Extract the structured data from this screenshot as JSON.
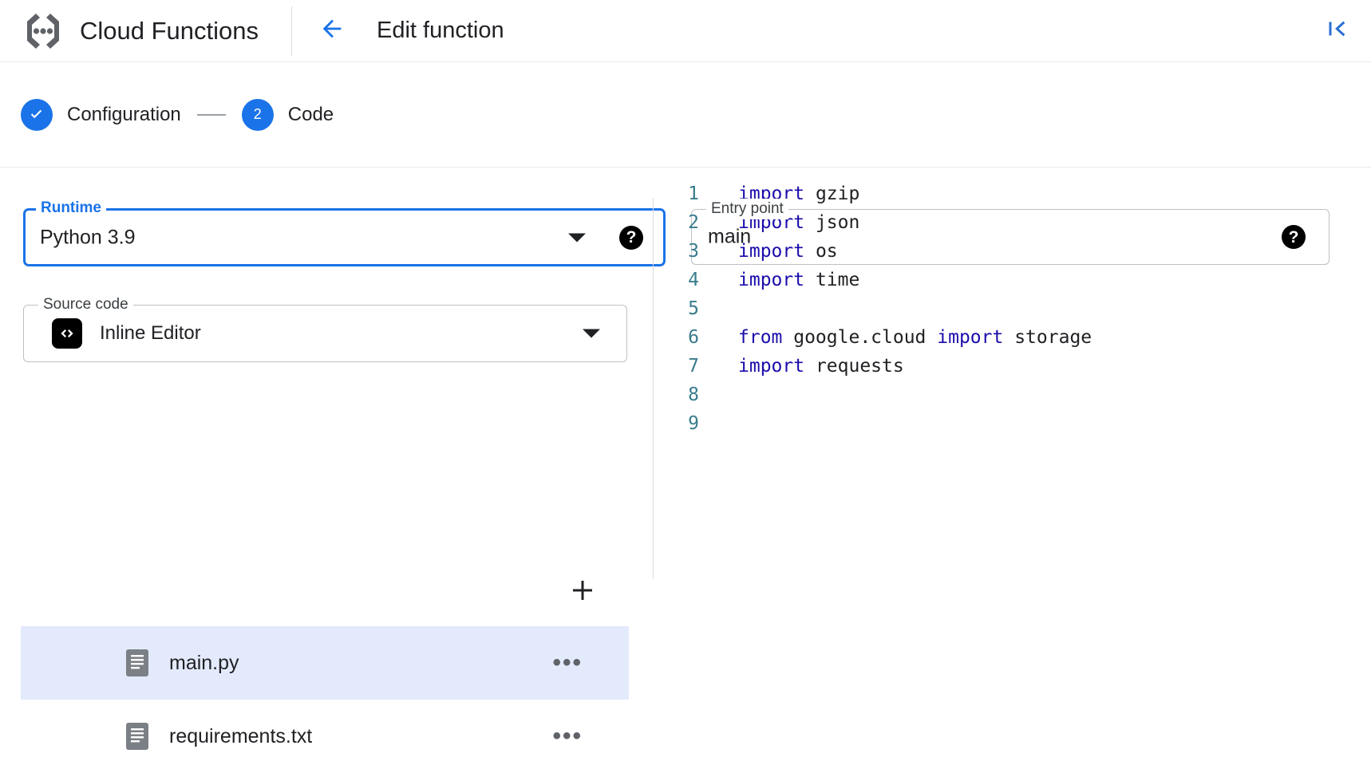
{
  "appbar": {
    "product_name": "Cloud Functions",
    "logo_icon": "cloud-functions-logo",
    "back_icon": "arrow-left-icon",
    "page_title": "Edit function",
    "collapse_icon": "collapse-panel-icon"
  },
  "stepper": {
    "steps": [
      {
        "marker": "✓",
        "marker_icon": "check-icon",
        "label": "Configuration",
        "state": "completed"
      },
      {
        "marker": "2",
        "marker_icon": "step-number-2",
        "label": "Code",
        "state": "active"
      }
    ],
    "accent_color": "#1a73e8",
    "connector_color": "#9aa0a6"
  },
  "runtime_field": {
    "label": "Runtime",
    "value": "Python 3.9",
    "caret_icon": "dropdown-caret-icon",
    "help_icon": "help-icon",
    "help_glyph": "?",
    "focused": true,
    "focus_color": "#1a73e8"
  },
  "entry_point_field": {
    "label": "Entry point",
    "value": "main",
    "placeholder": "",
    "help_icon": "help-icon",
    "help_glyph": "?",
    "focused": false
  },
  "source_code_field": {
    "label": "Source code",
    "value": "Inline Editor",
    "badge_icon": "code-brackets-icon",
    "badge_glyph": "‹›",
    "caret_icon": "dropdown-caret-icon"
  },
  "file_panel": {
    "add_icon": "plus-icon",
    "add_glyph": "+",
    "overflow_glyph": "•••",
    "files": [
      {
        "name": "main.py",
        "icon": "file-document-icon",
        "selected": true,
        "menu_icon": "overflow-menu-icon"
      },
      {
        "name": "requirements.txt",
        "icon": "file-document-icon",
        "selected": false,
        "menu_icon": "overflow-menu-icon"
      }
    ],
    "selected_row_color": "#e3eafc"
  },
  "editor": {
    "keyword_color": "#1a0dab",
    "linenumber_color": "#3a7c8c",
    "lines": [
      {
        "n": "1",
        "tokens": [
          {
            "t": "import",
            "c": "kw"
          },
          {
            "t": " gzip",
            "c": ""
          }
        ]
      },
      {
        "n": "2",
        "tokens": [
          {
            "t": "import",
            "c": "kw"
          },
          {
            "t": " json",
            "c": ""
          }
        ]
      },
      {
        "n": "3",
        "tokens": [
          {
            "t": "import",
            "c": "kw"
          },
          {
            "t": " os",
            "c": ""
          }
        ]
      },
      {
        "n": "4",
        "tokens": [
          {
            "t": "import",
            "c": "kw"
          },
          {
            "t": " time",
            "c": ""
          }
        ]
      },
      {
        "n": "5",
        "tokens": []
      },
      {
        "n": "6",
        "tokens": [
          {
            "t": "from",
            "c": "kw"
          },
          {
            "t": " google.cloud ",
            "c": ""
          },
          {
            "t": "import",
            "c": "kw"
          },
          {
            "t": " storage",
            "c": ""
          }
        ]
      },
      {
        "n": "7",
        "tokens": [
          {
            "t": "import",
            "c": "kw"
          },
          {
            "t": " requests",
            "c": ""
          }
        ]
      },
      {
        "n": "8",
        "tokens": []
      },
      {
        "n": "9",
        "tokens": []
      }
    ]
  }
}
